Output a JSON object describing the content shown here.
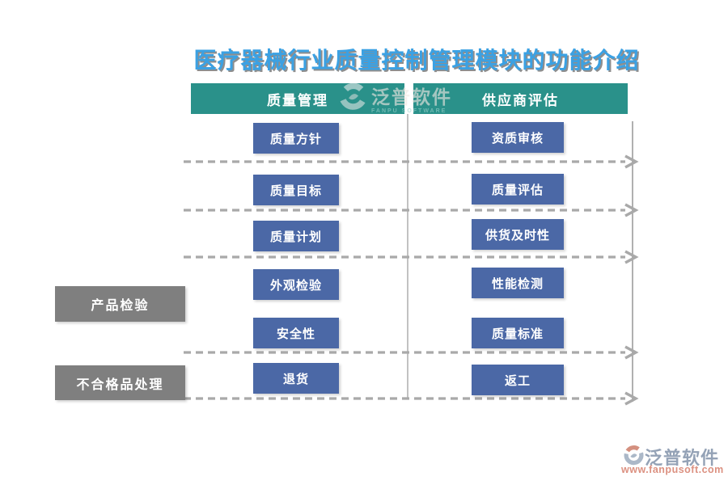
{
  "title": "医疗器械行业质量控制管理模块的功能介绍",
  "columns": [
    {
      "header": "质量管理",
      "items": [
        "质量方针",
        "质量目标",
        "质量计划",
        "外观检验",
        "安全性",
        "退货"
      ]
    },
    {
      "header": "供应商评估",
      "items": [
        "资质审核",
        "质量评估",
        "供货及时性",
        "性能检测",
        "质量标准",
        "返工"
      ]
    }
  ],
  "side_labels": [
    {
      "label": "产品检验"
    },
    {
      "label": "不合格品处理"
    }
  ],
  "watermark": {
    "name": "泛普软件",
    "subtext": "FANPU SOFTWARE"
  },
  "footer": {
    "brand": "泛普软件",
    "url": "www.fanpusoft.com"
  },
  "colors": {
    "title_text": "#3BA1E3",
    "header_bg": "#2A918A",
    "item_bg": "#4B68A6",
    "side_label_bg": "#7F7F7F",
    "arrow_gray": "#A9A9A9",
    "footer_brand_text": "#94A2B6",
    "footer_url_text": "#DC9181"
  }
}
